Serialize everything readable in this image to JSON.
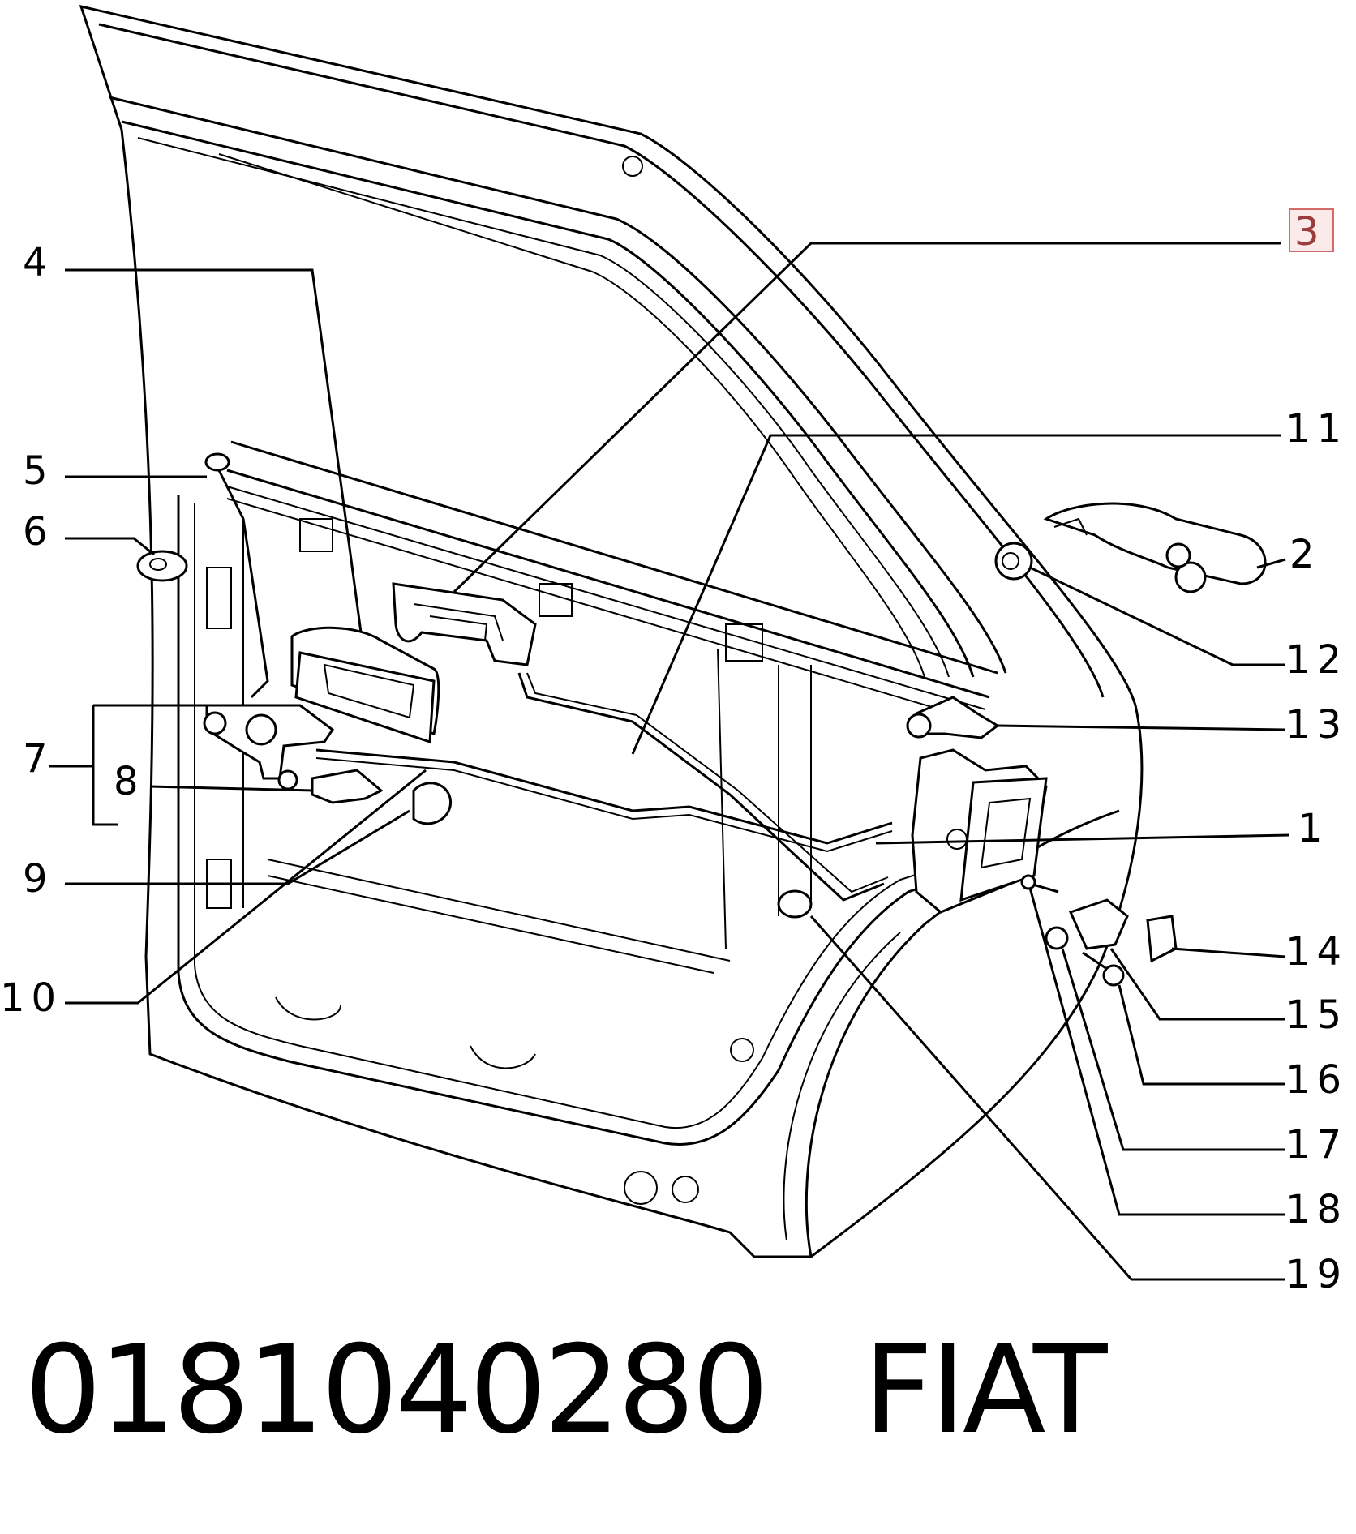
{
  "callouts": [
    {
      "id": "c1",
      "text": "1",
      "highlighted": false
    },
    {
      "id": "c2",
      "text": "2",
      "highlighted": false
    },
    {
      "id": "c3",
      "text": "3",
      "highlighted": true
    },
    {
      "id": "c4",
      "text": "4",
      "highlighted": false
    },
    {
      "id": "c5",
      "text": "5",
      "highlighted": false
    },
    {
      "id": "c6",
      "text": "6",
      "highlighted": false
    },
    {
      "id": "c7",
      "text": "7",
      "highlighted": false
    },
    {
      "id": "c8",
      "text": "8",
      "highlighted": false
    },
    {
      "id": "c9",
      "text": "9",
      "highlighted": false
    },
    {
      "id": "c10",
      "text": "10",
      "highlighted": false
    },
    {
      "id": "c11",
      "text": "11",
      "highlighted": false
    },
    {
      "id": "c12",
      "text": "12",
      "highlighted": false
    },
    {
      "id": "c13",
      "text": "13",
      "highlighted": false
    },
    {
      "id": "c14",
      "text": "14",
      "highlighted": false
    },
    {
      "id": "c15",
      "text": "15",
      "highlighted": false
    },
    {
      "id": "c16",
      "text": "16",
      "highlighted": false
    },
    {
      "id": "c17",
      "text": "17",
      "highlighted": false
    },
    {
      "id": "c18",
      "text": "18",
      "highlighted": false
    },
    {
      "id": "c19",
      "text": "19",
      "highlighted": false
    }
  ],
  "caption": {
    "part_number": "0181040280",
    "brand": "FIAT"
  },
  "colors": {
    "highlight_fill": "#fbeaea",
    "highlight_border": "#d46a6a",
    "highlight_text": "#9a3c3c"
  }
}
